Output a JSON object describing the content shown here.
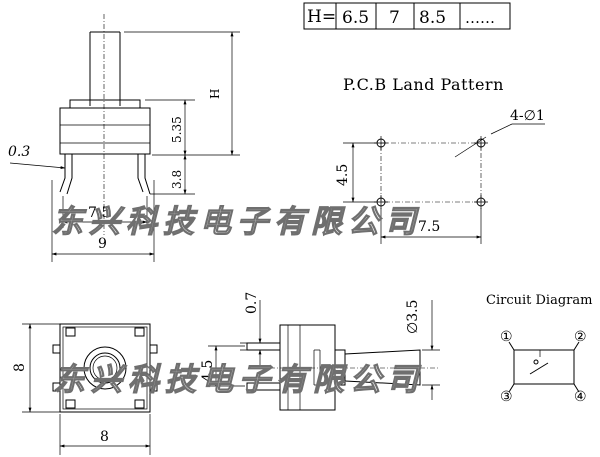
{
  "height_table": {
    "label": "H=",
    "values": [
      "6.5",
      "7",
      "8.5",
      "……"
    ]
  },
  "side_view": {
    "dim_height": "H",
    "dim_body": "5.35",
    "dim_pin": "3.8",
    "dim_lead": "0.3",
    "dim_pitch": "7.5",
    "dim_width": "9"
  },
  "pcb": {
    "title": "P.C.B Land Pattern",
    "hole_label": "4-∅1",
    "dim_vertical": "4.5",
    "dim_horizontal": "7.5"
  },
  "top_view": {
    "dim_height": "8",
    "dim_pitch": "4.5",
    "dim_width": "8"
  },
  "front_view": {
    "dim_pin": "0.7",
    "dim_stem": "∅3.5"
  },
  "circuit": {
    "title": "Circuit Diagram",
    "pins": [
      "①",
      "②",
      "③",
      "④"
    ]
  },
  "watermark": "东兴科技电子有限公司",
  "colors": {
    "line": "#000000",
    "watermark_outline": "#6f6f6f",
    "background": "#ffffff"
  }
}
